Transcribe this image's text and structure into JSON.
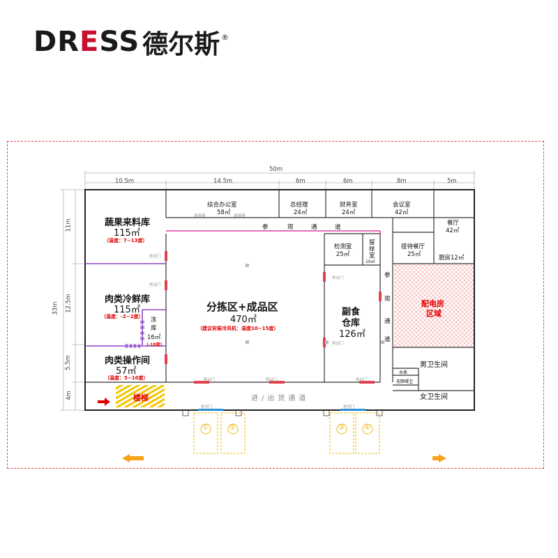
{
  "logo": {
    "latin_prefix": "DR",
    "latin_e": "E",
    "latin_suffix": "SS",
    "chinese": "德尔斯",
    "registered": "®"
  },
  "dimensions": {
    "total_width": "50m",
    "segments": [
      "10.5m",
      "14.5m",
      "6m",
      "6m",
      "8m",
      "5m"
    ],
    "total_height": "33m",
    "heights": [
      "11m",
      "12.5m",
      "5.5m",
      "4m"
    ]
  },
  "rooms": {
    "produce": {
      "name": "蔬果来料库",
      "area": "115㎡",
      "temp": "（温度：7~13度）"
    },
    "meat_cold": {
      "name": "肉类冷鲜库",
      "area": "115㎡",
      "temp": "（温度：-2~2度）"
    },
    "freezer": {
      "name1": "冻",
      "name2": "库",
      "area": "16㎡",
      "temp": "(-18度)"
    },
    "meat_proc": {
      "name": "肉类操作间",
      "area": "57㎡",
      "temp": "（温度：5~10度）"
    },
    "stairs": {
      "name": "楼梯"
    },
    "office": {
      "name": "综合办公室",
      "area": "58㎡"
    },
    "gm": {
      "name": "总经理",
      "area": "24㎡"
    },
    "finance": {
      "name": "财务室",
      "area": "24㎡"
    },
    "meeting": {
      "name": "会议室",
      "area": "42㎡"
    },
    "dining": {
      "name": "餐厅",
      "area": "42㎡"
    },
    "sorting": {
      "name": "分拣区+成品区",
      "area": "470㎡",
      "note": "（建议安装冷风机：温度10~15度）"
    },
    "inspection": {
      "name": "检测室",
      "area": "25㎡"
    },
    "sample": {
      "l1": "留",
      "l2": "样",
      "l3": "室",
      "area": "10㎡"
    },
    "reception": {
      "name": "接待餐厅",
      "area": "25㎡"
    },
    "kitchen": {
      "name": "厨房12㎡"
    },
    "secondary": {
      "l1": "副食",
      "l2": "仓库",
      "area": "126㎡"
    },
    "power": {
      "l1": "配电房",
      "l2": "区域"
    },
    "male_wc": {
      "name": "男卫生间"
    },
    "water": {
      "name": "水表"
    },
    "accessible_wc": {
      "name": "无障碍卫"
    },
    "female_wc": {
      "name": "女卫生间"
    }
  },
  "corridors": {
    "visit": [
      "参",
      "观",
      "通",
      "道"
    ],
    "visit_vertical": [
      "参",
      "观",
      "通",
      "道"
    ],
    "cargo": "进/出货通道"
  },
  "doors": {
    "sliding": "移动门",
    "roller": "卷帘门",
    "wall": "玻璃墙"
  },
  "docks": [
    "①",
    "②",
    "③",
    "④"
  ],
  "colors": {
    "wall": "#222222",
    "purple": "#8e44c8",
    "pink": "#e33ea0",
    "red": "#e10000",
    "yellow": "#f0b400",
    "orange": "#f7a21b",
    "door": "#e0424f",
    "dock_door": "#2a8fd6"
  }
}
